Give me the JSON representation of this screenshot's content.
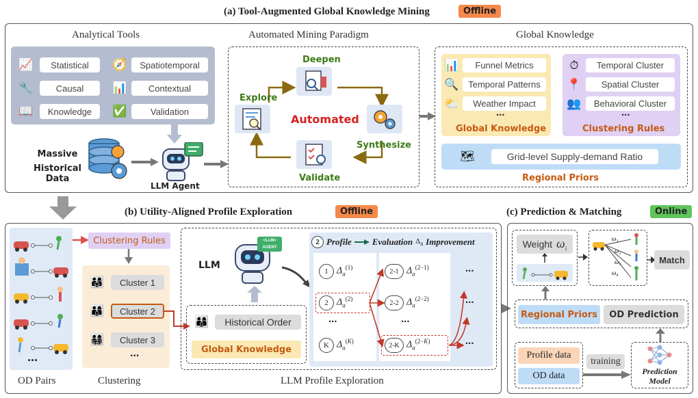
{
  "sections": {
    "a_title": "(a) Tool-Augmented Global Knowledge Mining",
    "a_tag": "Offline",
    "b_title": "(b) Utility-Aligned Profile Exploration",
    "b_tag": "Offline",
    "c_title": "(c) Prediction & Matching",
    "c_tag": "Online"
  },
  "tools": {
    "title": "Analytical Tools",
    "items": [
      "Statistical",
      "Spatiotemporal",
      "Causal",
      "Contextual",
      "Knowledge",
      "Validation"
    ]
  },
  "data_source": {
    "line1": "Massive",
    "line2": "Historical Data",
    "agent": "LLM Agent"
  },
  "mining": {
    "title": "Automated Mining  Paradigm",
    "center": "Automated",
    "deepen": "Deepen",
    "explore": "Explore",
    "synthesize": "Synthesize",
    "validate": "Validate"
  },
  "knowledge": {
    "title": "Global Knowledge",
    "global_items": [
      "Funnel Metrics",
      "Temporal Patterns",
      "Weather Impact"
    ],
    "global_more": "...",
    "global_label": "Global Knowledge",
    "cluster_items": [
      "Temporal Cluster",
      "Spatial Cluster",
      "Behavioral Cluster"
    ],
    "cluster_more": "...",
    "cluster_label": "Clustering Rules",
    "regional_item": "Grid-level Supply-demand Ratio",
    "regional_label": "Regional Priors"
  },
  "exploration": {
    "clustering_rules": "Clustering Rules",
    "clusters": [
      "Cluster 1",
      "Cluster 2",
      "Cluster 3"
    ],
    "more": "...",
    "od_caption": "OD Pairs",
    "clustering_caption": "Clustering",
    "llm": "LLM",
    "llm_badge": "<LLM> AGENT",
    "historical_order": "Historical Order",
    "global_knowledge": "Global Knowledge",
    "profile_header": "Profile",
    "evaluation_header": "Evaluation",
    "improvement_header": "Improvement",
    "step_num": "2",
    "caption": "LLM Profile Exploration",
    "nodes_left": [
      "1",
      "2",
      "K"
    ],
    "nodes_right": [
      "2-1",
      "2-2",
      "2-K"
    ],
    "ellipsis": "..."
  },
  "prediction": {
    "weight": "Weight",
    "match": "Match",
    "regional_priors": "Regional Priors",
    "od_prediction": "OD Prediction",
    "profile_data": "Profile data",
    "od_data": "OD data",
    "training": "training",
    "model_line1": "Prediction",
    "model_line2": "Model"
  },
  "colors": {
    "tools_bg": "#b4bccf",
    "global_bg": "#fbe9b4",
    "cluster_bg": "#e0d0f4",
    "regional_bg": "#bfdcf7",
    "od_bg": "#dfeaf6",
    "clustering_bg": "#fbecd8",
    "explore_bg": "#dfe9f6",
    "offline": "#f5894a",
    "online": "#5fc45b"
  }
}
